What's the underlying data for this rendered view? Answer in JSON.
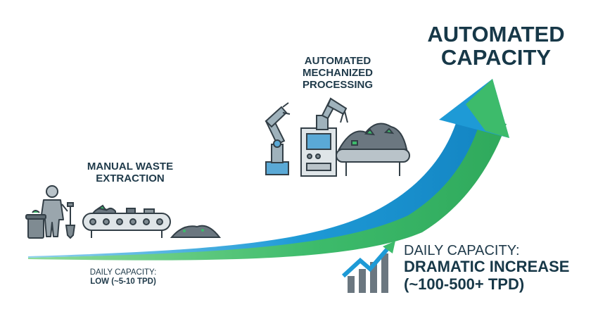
{
  "headline": {
    "line1": "AUTOMATED",
    "line2": "CAPACITY"
  },
  "automated": {
    "line1": "AUTOMATED",
    "line2": "MECHANIZED",
    "line3": "PROCESSING"
  },
  "manual": {
    "line1": "MANUAL WASTE",
    "line2": "EXTRACTION"
  },
  "low_capacity": {
    "label": "DAILY CAPACITY:",
    "value": "LOW (~5-10 TPD)"
  },
  "high_capacity": {
    "label": "DAILY CAPACITY:",
    "value1": "DRAMATIC INCREASE",
    "value2": "(~100-500+ TPD)"
  },
  "colors": {
    "navy": "#173848",
    "blue": "#1e9ad6",
    "green": "#3dbb6b",
    "grey": "#6b7780",
    "machine_blue": "#5aa9d6"
  },
  "icons": [
    "rising-arrow-icon",
    "worker-icon",
    "trash-bin-icon",
    "shovel-icon",
    "conveyor-icon",
    "waste-pile-icon",
    "robot-arm-icon",
    "control-machine-icon",
    "bar-chart-growth-icon"
  ]
}
